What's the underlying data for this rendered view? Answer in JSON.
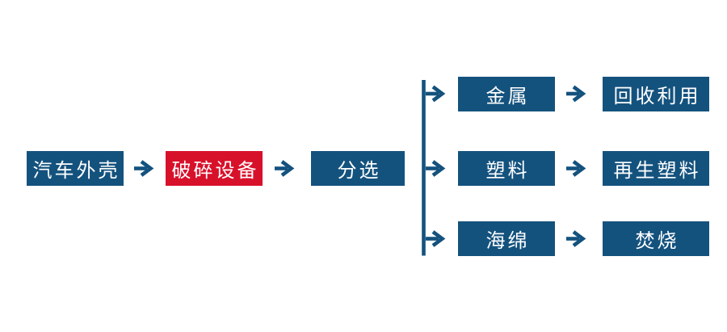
{
  "colors": {
    "node_blue": "#14527E",
    "node_red": "#D8112B",
    "connector_blue": "#14527E",
    "text_white": "#FFFFFF",
    "background": "#FFFFFF"
  },
  "flowchart": {
    "title": "",
    "main_flow": {
      "car_shell": "汽车外壳",
      "crushing_equipment": "破碎设备",
      "sorting": "分选"
    },
    "branches": {
      "metal": "金属",
      "recycling": "回收利用",
      "plastic": "塑料",
      "recycled_plastic": "再生塑料",
      "sponge": "海绵",
      "incineration": "焚烧"
    }
  }
}
